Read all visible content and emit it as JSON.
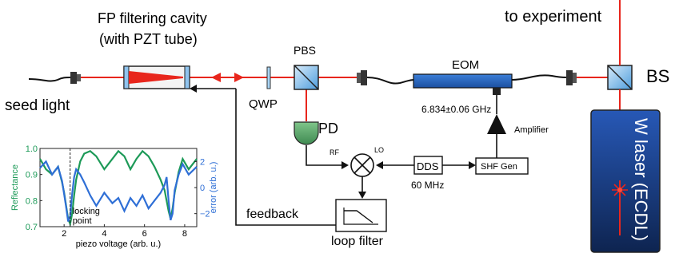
{
  "labels": {
    "cavity_title_1": "FP filtering cavity",
    "cavity_title_2": "(with PZT tube)",
    "seed": "seed light",
    "qwp": "QWP",
    "pbs": "PBS",
    "pd": "PD",
    "eom": "EOM",
    "eom_freq": "6.834±0.06 GHz",
    "amplifier": "Amplifier",
    "to_experiment": "to experiment",
    "bs": "BS",
    "laser": "W laser (ECDL)",
    "rf": "RF",
    "lo": "LO",
    "dds": "DDS",
    "dds_freq": "60 MHz",
    "shf": "SHF Gen",
    "feedback": "feedback",
    "loop_filter": "loop filter"
  },
  "colors": {
    "beam": "#e8261c",
    "optic_blue": "#5aa9e6",
    "pd_green": "#5aa36a",
    "laser_top": "#1f4fa3",
    "laser_bottom": "#102a5c",
    "reflectance": "#1d9a58",
    "error": "#2f6fd6"
  },
  "chart_data": {
    "type": "line",
    "xlabel": "piezo voltage (arb. u.)",
    "ylabel_left": "Reflectance",
    "ylabel_right": "error (arb. u.)",
    "xlim": [
      0.8,
      8.6
    ],
    "ylim_left": [
      0.7,
      1.0
    ],
    "ylim_right": [
      -3,
      3
    ],
    "xticks": [
      2,
      4,
      6,
      8
    ],
    "yticks_left": [
      "0.7",
      "0.8",
      "0.9",
      "1.0"
    ],
    "yticks_right": [
      "−2",
      "0",
      "2"
    ],
    "annotation": "locking\npoint",
    "locking_x": 2.3,
    "series": [
      {
        "axis": "left",
        "x": [
          0.8,
          1.1,
          1.4,
          1.7,
          1.9,
          2.0,
          2.1,
          2.2,
          2.3,
          2.4,
          2.5,
          2.6,
          2.8,
          3.0,
          3.3,
          3.6,
          4.0,
          4.4,
          4.7,
          5.0,
          5.3,
          5.6,
          5.9,
          6.2,
          6.5,
          6.8,
          7.0,
          7.1,
          7.2,
          7.3,
          7.4,
          7.5,
          7.7,
          7.9,
          8.2,
          8.6
        ],
        "y": [
          0.96,
          0.92,
          0.9,
          0.93,
          0.87,
          0.83,
          0.78,
          0.73,
          0.71,
          0.75,
          0.82,
          0.88,
          0.95,
          0.98,
          0.99,
          0.97,
          0.92,
          0.96,
          0.99,
          0.97,
          0.92,
          0.96,
          0.99,
          0.97,
          0.93,
          0.88,
          0.84,
          0.8,
          0.76,
          0.73,
          0.77,
          0.83,
          0.91,
          0.96,
          0.92,
          0.96
        ]
      },
      {
        "axis": "right",
        "x": [
          0.8,
          1.1,
          1.4,
          1.7,
          1.9,
          2.0,
          2.1,
          2.2,
          2.3,
          2.4,
          2.5,
          2.6,
          2.8,
          3.0,
          3.3,
          3.6,
          4.0,
          4.4,
          4.7,
          5.0,
          5.3,
          5.6,
          5.9,
          6.2,
          6.5,
          6.8,
          7.0,
          7.1,
          7.2,
          7.3,
          7.4,
          7.5,
          7.7,
          7.9,
          8.2,
          8.6
        ],
        "y": [
          1.5,
          2.0,
          1.0,
          1.6,
          0.5,
          -0.5,
          -1.5,
          -2.6,
          -2.2,
          -0.5,
          0.8,
          1.4,
          1.0,
          0.4,
          -0.6,
          -1.4,
          -0.4,
          -1.2,
          -0.8,
          -1.8,
          -0.8,
          -1.4,
          -0.6,
          -1.6,
          -1.0,
          -0.4,
          0.2,
          0.8,
          -1.0,
          -2.5,
          -2.0,
          -0.2,
          1.0,
          1.8,
          1.0,
          1.6
        ]
      }
    ]
  }
}
